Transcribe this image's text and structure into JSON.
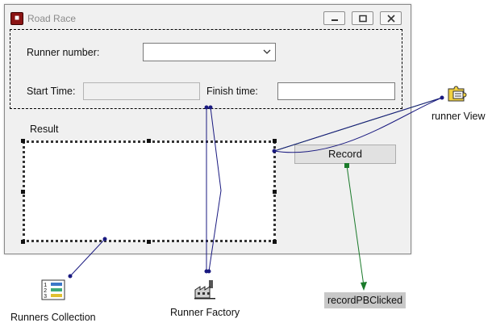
{
  "window": {
    "title": "Road Race",
    "app_icon": "app-icon",
    "controls": [
      "minimize-icon",
      "maximize-icon",
      "close-icon"
    ]
  },
  "form": {
    "runner_number_label": "Runner number:",
    "runner_number_value": "",
    "start_time_label": "Start Time:",
    "start_time_value": "",
    "finish_time_label": "Finish time:",
    "finish_time_value": ""
  },
  "result": {
    "label": "Result",
    "items": []
  },
  "record_button": {
    "label": "Record"
  },
  "components": {
    "runner_view": {
      "label": "runner View",
      "icon": "puzzle-icon"
    },
    "runners_collection": {
      "label": "Runners Collection",
      "icon": "collection-icon"
    },
    "runner_factory": {
      "label": "Runner Factory",
      "icon": "factory-icon"
    },
    "event": {
      "label": "recordPBClicked"
    }
  },
  "colors": {
    "connection_blue": "#1a1a80",
    "connection_green": "#1a7a2a",
    "window_bg": "#f0f0f0"
  }
}
